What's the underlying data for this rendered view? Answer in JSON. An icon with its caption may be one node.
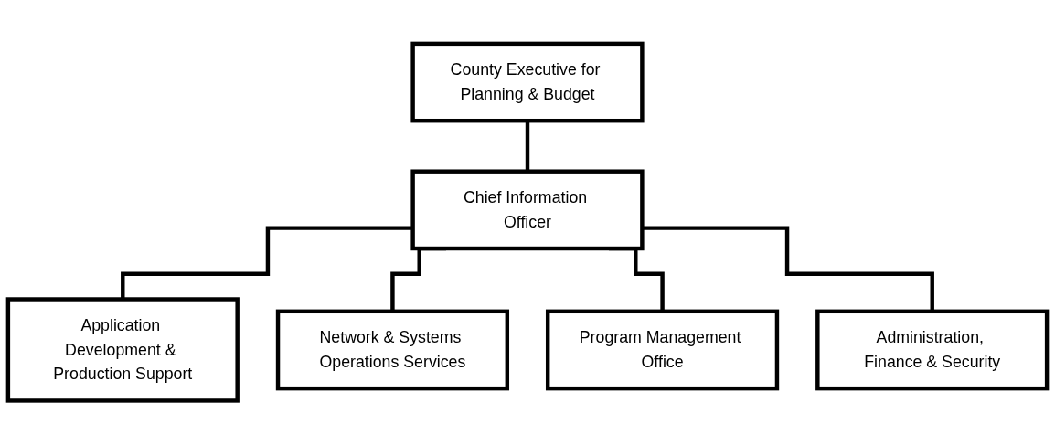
{
  "diagram": {
    "nodes": [
      {
        "text": [
          "County Executive for Planning & Budget"
        ]
      },
      {
        "text": [
          "Chief Information Officer"
        ]
      },
      {
        "text": [
          "Application Development & Production Support"
        ]
      },
      {
        "text": [
          "Network & Systems Operations Services"
        ]
      },
      {
        "text": [
          "Program Management Office"
        ]
      },
      {
        "text": [
          "Administration, Finance & Security"
        ]
      }
    ],
    "edges": [
      {
        "from": 0,
        "to": 1,
        "arrow": "none"
      },
      {
        "from": 1,
        "to": 2,
        "arrow": "none"
      },
      {
        "from": 1,
        "to": 3,
        "arrow": "none"
      },
      {
        "from": 1,
        "to": 4,
        "arrow": "none"
      },
      {
        "from": 1,
        "to": 5,
        "arrow": "none"
      }
    ]
  }
}
